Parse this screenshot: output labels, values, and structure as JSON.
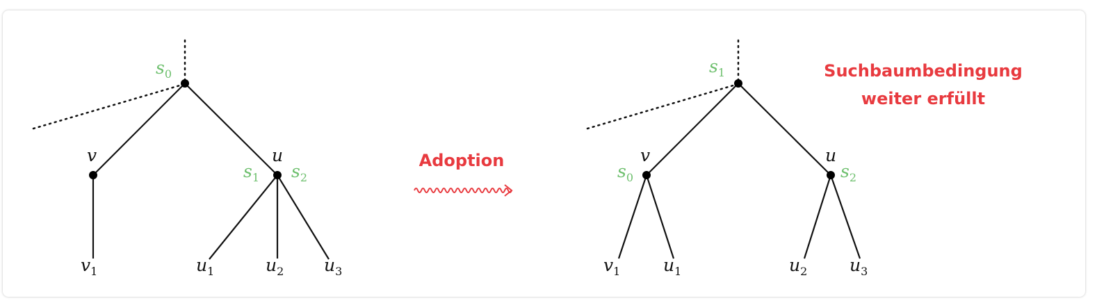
{
  "before": {
    "root_label": {
      "base": "s",
      "sub": "0"
    },
    "v": "v",
    "u": "u",
    "u_left_label": {
      "base": "s",
      "sub": "1"
    },
    "u_right_label": {
      "base": "s",
      "sub": "2"
    },
    "leaves": [
      {
        "base": "v",
        "sub": "1"
      },
      {
        "base": "u",
        "sub": "1"
      },
      {
        "base": "u",
        "sub": "2"
      },
      {
        "base": "u",
        "sub": "3"
      }
    ]
  },
  "transition": {
    "label": "Adoption"
  },
  "after": {
    "root_label": {
      "base": "s",
      "sub": "1"
    },
    "v": "v",
    "u": "u",
    "v_label": {
      "base": "s",
      "sub": "0"
    },
    "u_label": {
      "base": "s",
      "sub": "2"
    },
    "leaves": [
      {
        "base": "v",
        "sub": "1"
      },
      {
        "base": "u",
        "sub": "1"
      },
      {
        "base": "u",
        "sub": "2"
      },
      {
        "base": "u",
        "sub": "3"
      }
    ],
    "note_line1": "Suchbaumbedingung",
    "note_line2": "weiter erfüllt"
  },
  "colors": {
    "label_green": "#6dbf6d",
    "accent_red": "#e83a3f"
  }
}
